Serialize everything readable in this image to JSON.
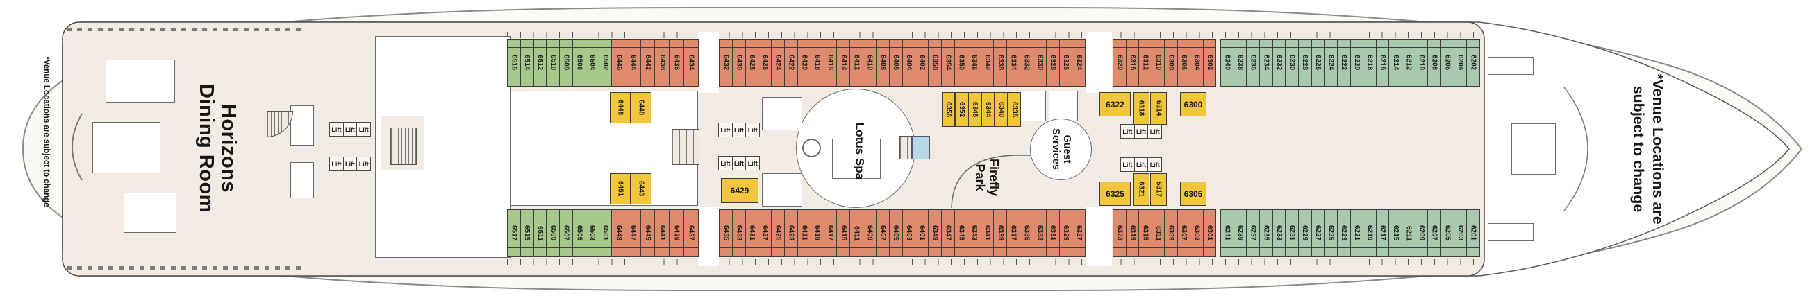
{
  "left_note": "*Venue Locations are subject to change",
  "right_note_line1": "*Venue Locations are",
  "right_note_line2": "subject to change",
  "venues": {
    "dining_line1": "Horizons",
    "dining_line2": "Dining Room",
    "spa": "Lotus Spa",
    "park_line1": "Firefly",
    "park_line2": "Park",
    "guest_services_line1": "Guest",
    "guest_services_line2": "Services"
  },
  "lift_label": "Lift",
  "colors": {
    "balcony_green": "#a6c98b",
    "balcony_orange": "#e08a6d",
    "balcony_teal": "#a9c9ae",
    "interior_yellow": "#f2c63c",
    "deck_beige": "#f2ebe3",
    "pool_blue": "#b7d9e7"
  },
  "cabin_rows": {
    "top": [
      {
        "color_key": "balcony_green",
        "numbers": [
          "6516",
          "6514",
          "6512",
          "6510",
          "6508",
          "6506",
          "6504",
          "6502"
        ]
      },
      {
        "color_key": "balcony_orange",
        "numbers": [
          "6446",
          "6444",
          "6442",
          "6438",
          "6436",
          "6434"
        ]
      },
      {
        "color_key": "balcony_orange",
        "numbers": [
          "6432",
          "6430",
          "6428",
          "6426",
          "6424",
          "6422",
          "6420",
          "6418",
          "6416",
          "6414",
          "6412",
          "6410",
          "6408",
          "6406",
          "6404",
          "6402",
          "6358",
          "6354",
          "6350",
          "6346",
          "6342",
          "6338",
          "6334",
          "6332",
          "6330",
          "6328",
          "6326",
          "6324"
        ]
      },
      {
        "color_key": "balcony_orange",
        "numbers": [
          "6320",
          "6316",
          "6312",
          "6310",
          "6308",
          "6306",
          "6304",
          "6302"
        ]
      },
      {
        "color_key": "balcony_teal",
        "numbers": [
          "6240",
          "6238",
          "6236",
          "6234",
          "6232",
          "6230",
          "6228",
          "6226",
          "6224",
          "6222",
          "6220",
          "6218",
          "6216",
          "6214",
          "6212",
          "6210",
          "6208",
          "6206",
          "6204",
          "6202"
        ]
      }
    ],
    "bottom": [
      {
        "color_key": "balcony_green",
        "numbers": [
          "6517",
          "6515",
          "6511",
          "6509",
          "6507",
          "6505",
          "6503",
          "6501"
        ]
      },
      {
        "color_key": "balcony_orange",
        "numbers": [
          "6449",
          "6447",
          "6445",
          "6441",
          "6439",
          "6437"
        ]
      },
      {
        "color_key": "balcony_orange",
        "numbers": [
          "6435",
          "6433",
          "6431",
          "6427",
          "6425",
          "6423",
          "6421",
          "6419",
          "6417",
          "6415",
          "6411",
          "6409",
          "6407",
          "6405",
          "6403",
          "6401",
          "6349",
          "6347",
          "6345",
          "6343",
          "6341",
          "6339",
          "6337",
          "6335",
          "6333",
          "6331",
          "6329",
          "6327"
        ]
      },
      {
        "color_key": "balcony_orange",
        "numbers": [
          "6323",
          "6319",
          "6315",
          "6311",
          "6309",
          "6307",
          "6303",
          "6301"
        ]
      },
      {
        "color_key": "balcony_teal",
        "numbers": [
          "6241",
          "6239",
          "6237",
          "6235",
          "6233",
          "6231",
          "6229",
          "6227",
          "6225",
          "6223",
          "6221",
          "6219",
          "6217",
          "6215",
          "6211",
          "6209",
          "6207",
          "6205",
          "6203",
          "6201"
        ]
      }
    ],
    "interior": [
      "6448",
      "6440",
      "6451",
      "6443",
      "6429",
      "6356",
      "6352",
      "6348",
      "6344",
      "6340",
      "6336",
      "6322",
      "6318",
      "6314",
      "6300",
      "6325",
      "6321",
      "6317",
      "6305"
    ]
  }
}
